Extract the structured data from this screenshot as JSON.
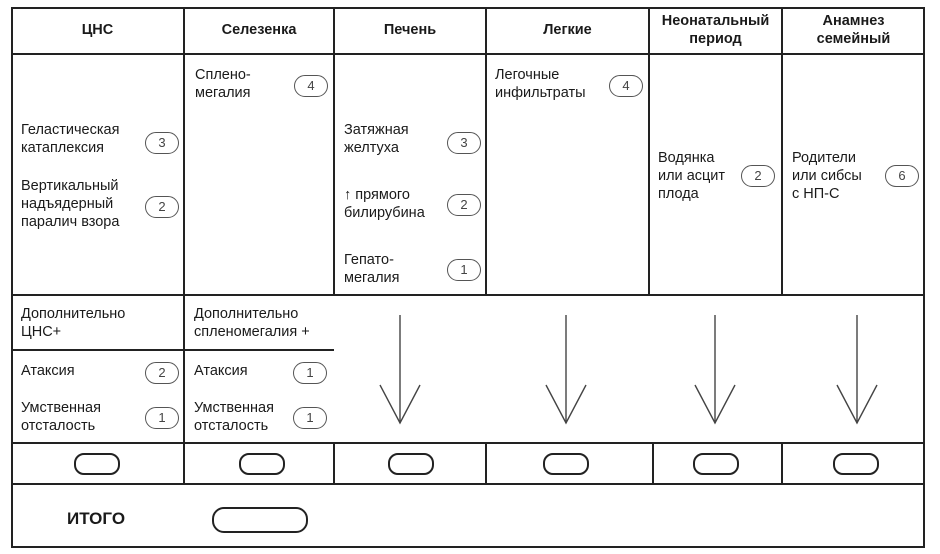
{
  "headers": {
    "cns": "ЦНС",
    "spleen": "Селезенка",
    "liver": "Печень",
    "lungs": "Легкие",
    "neonatal": "Неонатальный\nпериод",
    "family": "Анамнез\nсемейный"
  },
  "cns": {
    "items": [
      {
        "label": "Геластическая\nкатаплексия",
        "score": "3"
      },
      {
        "label": "Вертикальный\nнадъядерный\nпаралич взора",
        "score": "2"
      }
    ]
  },
  "spleen": {
    "items": [
      {
        "label": "Сплено-\nмегалия",
        "score": "4"
      }
    ]
  },
  "liver": {
    "items": [
      {
        "label": "Затяжная\nжелтуха",
        "score": "3"
      },
      {
        "label": "↑ прямого\nбилирубина",
        "score": "2"
      },
      {
        "label": "Гепато-\nмегалия",
        "score": "1"
      }
    ]
  },
  "lungs": {
    "items": [
      {
        "label": "Легочные\nинфильтраты",
        "score": "4"
      }
    ]
  },
  "neonatal": {
    "items": [
      {
        "label": "Водянка\nили асцит\nплода",
        "score": "2"
      }
    ]
  },
  "family": {
    "items": [
      {
        "label": "Родители\nили сибсы\nс НП-С",
        "score": "6"
      }
    ]
  },
  "additional": {
    "cns_title": "Дополнительно\nЦНС+",
    "spleen_title": "Дополнительно\nспленомегалия +",
    "cns_items": [
      {
        "label": "Атаксия",
        "score": "2"
      },
      {
        "label": "Умственная\nотсталость",
        "score": "1"
      }
    ],
    "spleen_items": [
      {
        "label": "Атаксия",
        "score": "1"
      },
      {
        "label": "Умственная\nотсталость",
        "score": "1"
      }
    ]
  },
  "total": {
    "label": "ИТОГО"
  }
}
